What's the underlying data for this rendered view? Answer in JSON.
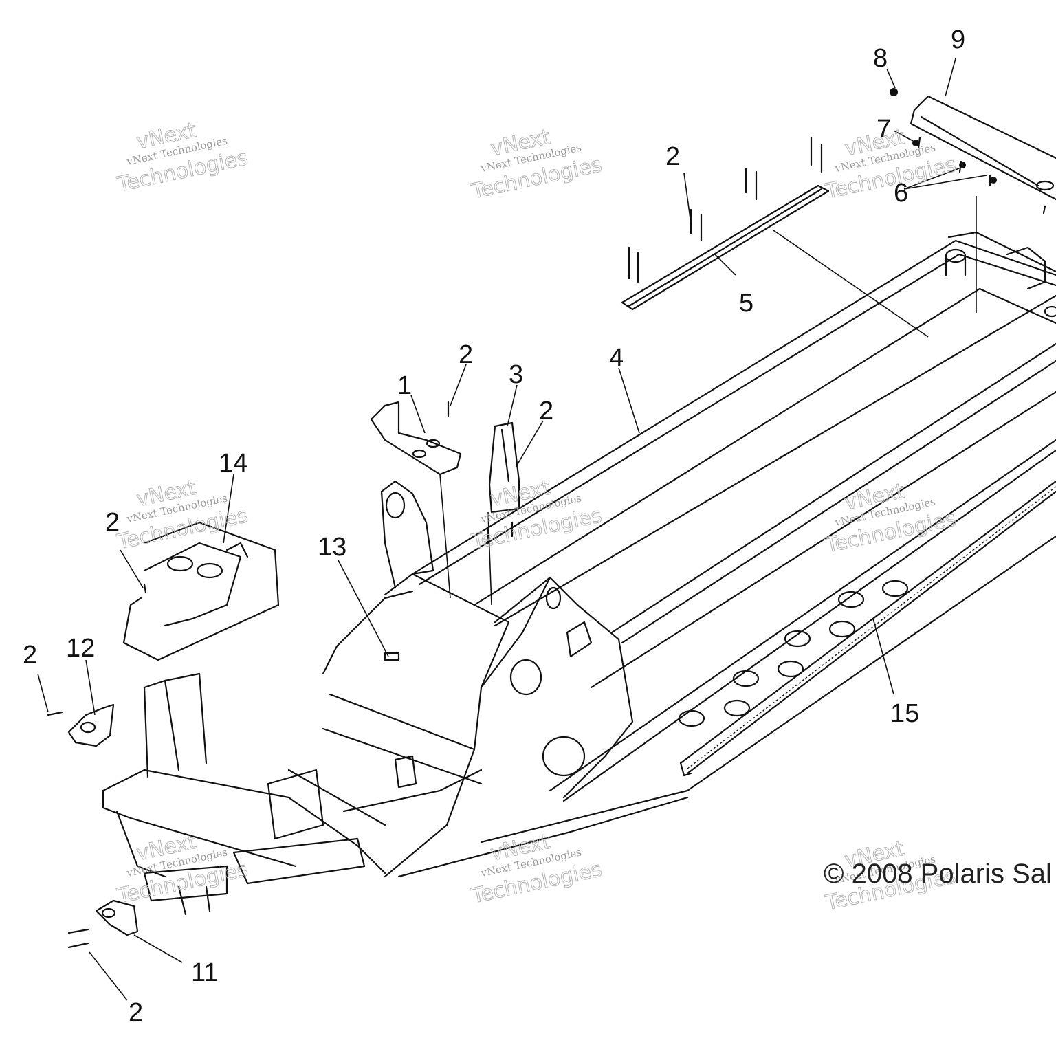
{
  "callouts": [
    {
      "label": "1"
    },
    {
      "label": "2"
    },
    {
      "label": "3"
    },
    {
      "label": "2"
    },
    {
      "label": "4"
    },
    {
      "label": "2"
    },
    {
      "label": "5"
    },
    {
      "label": "6"
    },
    {
      "label": "7"
    },
    {
      "label": "8"
    },
    {
      "label": "9"
    },
    {
      "label": "14"
    },
    {
      "label": "2"
    },
    {
      "label": "13"
    },
    {
      "label": "12"
    },
    {
      "label": "2"
    },
    {
      "label": "11"
    },
    {
      "label": "2"
    },
    {
      "label": "15"
    }
  ],
  "watermark": {
    "line1": "vNext",
    "line2": "vNext Technologies",
    "line3": "Technologies"
  },
  "copyright": "© 2008 Polaris Sal"
}
